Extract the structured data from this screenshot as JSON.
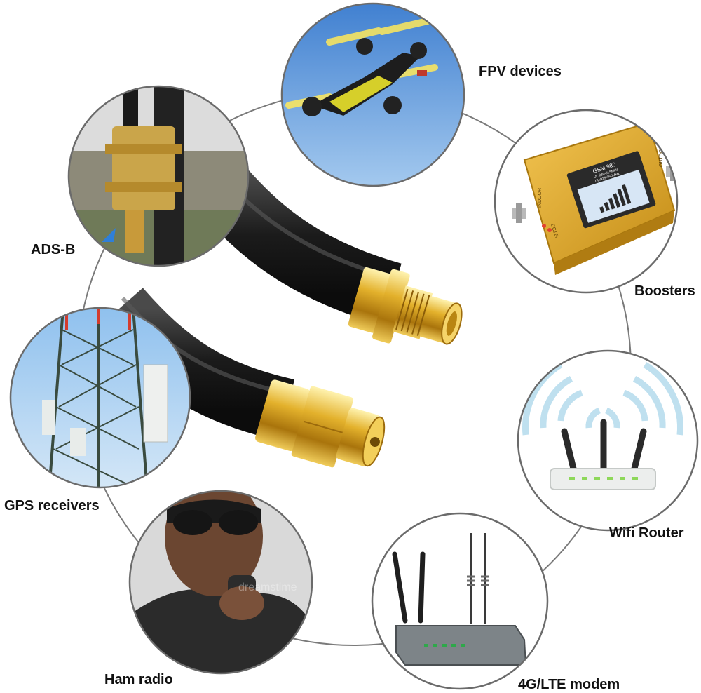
{
  "labels": {
    "fpv": "FPV devices",
    "adsb": "ADS-B",
    "boosters": "Boosters",
    "gps": "GPS receivers",
    "wifi": "Wifi Router",
    "ham": "Ham radio",
    "modem": "4G/LTE modem"
  },
  "booster_device": {
    "model": "GSM 980",
    "line1": "UL:880-915MHz",
    "line2": "DL:925-960MHz",
    "port_left": "INDOOR",
    "port_right": "OUTDOOR",
    "power": "DC12V"
  },
  "watermark": "dreamstime",
  "colors": {
    "ring": "#555555",
    "connector_gold": "#d9a21b",
    "cable": "#1e1e1e",
    "sky": "#7fb4e6",
    "booster_gold": "#e0ad2b",
    "wifi_waves": "#bfe0ef"
  }
}
